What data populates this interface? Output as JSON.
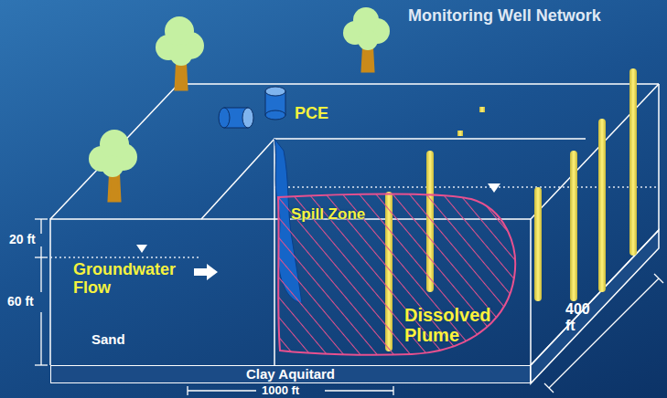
{
  "diagram": {
    "title": "Monitoring Well Network",
    "nodes": [
      {
        "text": [
          "Dissolved Plume"
        ]
      },
      {
        "text": [
          "Clay Aquitard"
        ]
      }
    ],
    "labels": [
      "PCE",
      "Spill Zone",
      "Groundwater Flow",
      "20 ft",
      "60 ft",
      "Sand",
      "1000 ft",
      "400 ft"
    ]
  }
}
